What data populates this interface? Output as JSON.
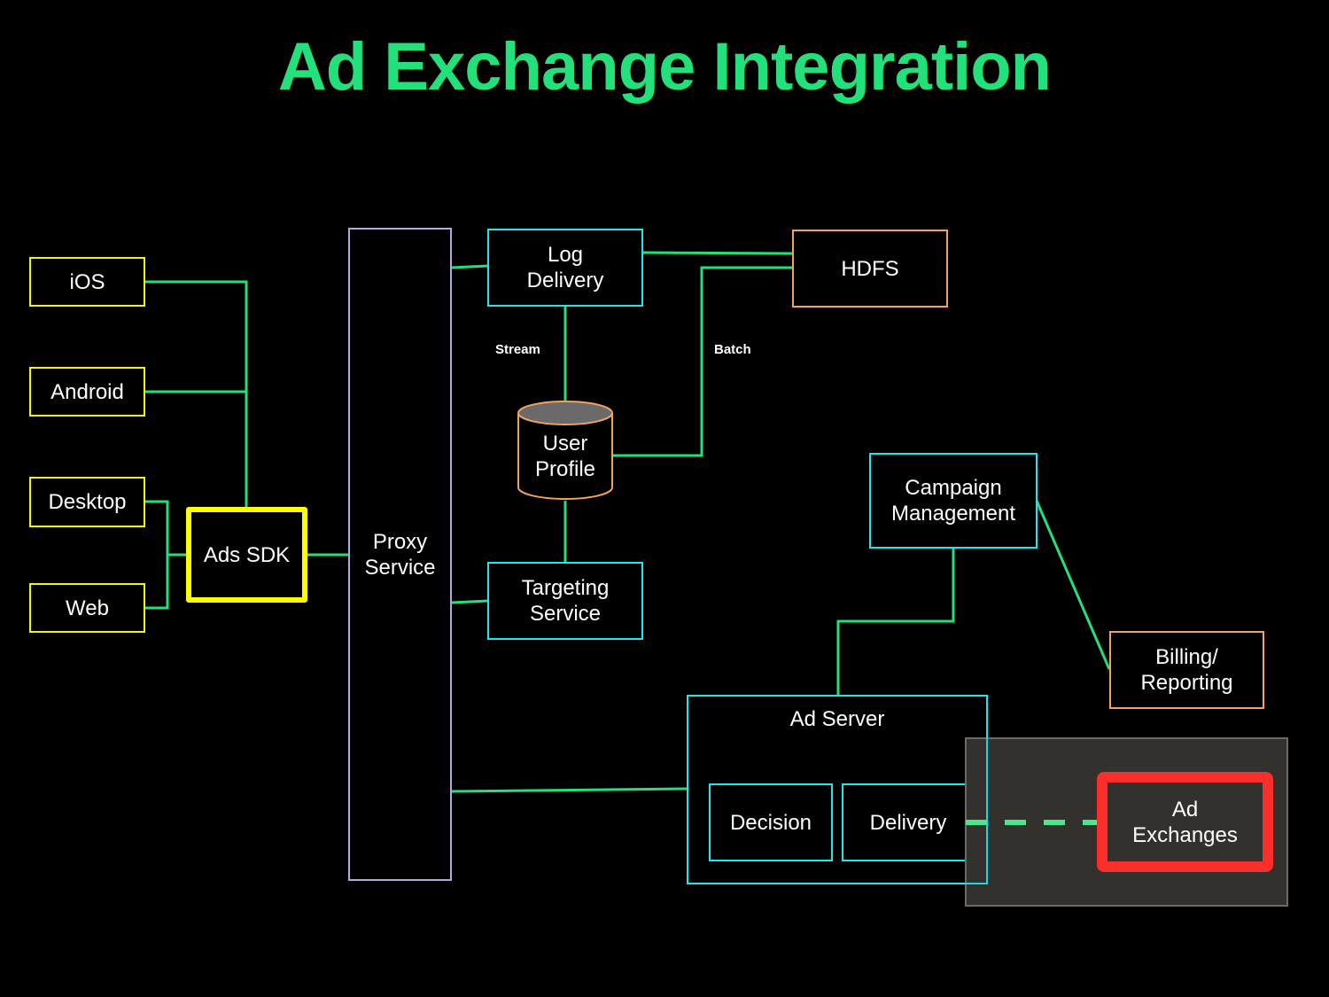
{
  "title": "Ad Exchange Integration",
  "colors": {
    "title": "#22e07a",
    "connector": "#22e07a",
    "client_border": "#f5f500",
    "service_border": "#1ee8ef",
    "proxy_border": "#b3a8e2",
    "storage_border": "#f0a35e",
    "highlight": "#fa2e2b",
    "highlight_panel": "#33312d"
  },
  "clients": [
    {
      "id": "ios",
      "label": "iOS"
    },
    {
      "id": "android",
      "label": "Android"
    },
    {
      "id": "desktop",
      "label": "Desktop"
    },
    {
      "id": "web",
      "label": "Web"
    }
  ],
  "nodes": {
    "ads_sdk": "Ads SDK",
    "proxy_service": "Proxy\nService",
    "log_delivery": "Log\nDelivery",
    "hdfs": "HDFS",
    "user_profile": "User\nProfile",
    "targeting_service": "Targeting\nService",
    "campaign_management": "Campaign\nManagement",
    "billing_reporting": "Billing/\nReporting",
    "ad_server": "Ad Server",
    "decision": "Decision",
    "delivery": "Delivery",
    "ad_exchanges": "Ad\nExchanges"
  },
  "edge_labels": {
    "stream": "Stream",
    "batch": "Batch"
  },
  "edges": [
    {
      "from": "iOS",
      "to": "Ads SDK"
    },
    {
      "from": "Android",
      "to": "Ads SDK"
    },
    {
      "from": "Desktop",
      "to": "Ads SDK"
    },
    {
      "from": "Web",
      "to": "Ads SDK"
    },
    {
      "from": "Ads SDK",
      "to": "Proxy Service"
    },
    {
      "from": "Proxy Service",
      "to": "Log Delivery"
    },
    {
      "from": "Proxy Service",
      "to": "Targeting Service"
    },
    {
      "from": "Proxy Service",
      "to": "Ad Server"
    },
    {
      "from": "Log Delivery",
      "to": "HDFS"
    },
    {
      "from": "Log Delivery",
      "to": "User Profile",
      "label": "Stream"
    },
    {
      "from": "HDFS",
      "to": "User Profile",
      "label": "Batch"
    },
    {
      "from": "User Profile",
      "to": "Targeting Service"
    },
    {
      "from": "Campaign Management",
      "to": "Ad Server"
    },
    {
      "from": "Campaign Management",
      "to": "Billing/Reporting"
    },
    {
      "from": "Delivery",
      "to": "Ad Exchanges",
      "style": "dashed"
    }
  ]
}
